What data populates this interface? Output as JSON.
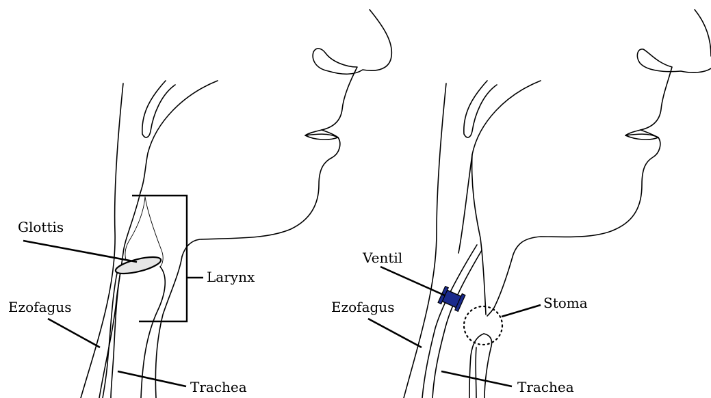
{
  "panels": [
    {
      "id": "before",
      "labels": {
        "glottis": "Glottis",
        "larynx": "Larynx",
        "ezofagus": "Ezofagus",
        "trachea": "Trachea"
      }
    },
    {
      "id": "after",
      "labels": {
        "ventil": "Ventil",
        "ezofagus": "Ezofagus",
        "stoma": "Stoma",
        "trachea": "Trachea"
      }
    }
  ],
  "colors": {
    "line": "#000000",
    "glottis_fill": "#e6e6e6",
    "ventil_fill": "#1a2a8c"
  }
}
